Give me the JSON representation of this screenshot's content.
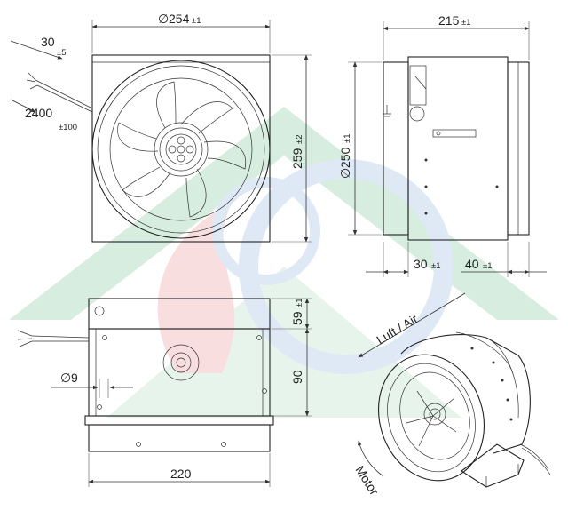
{
  "front_view": {
    "diameter_symbol": "∅",
    "width_value": "254",
    "width_tol": "±1",
    "height_value": "259",
    "height_tol": "±2",
    "cable_stub_value": "30",
    "cable_stub_tol": "±5",
    "cable_length_value": "2400",
    "cable_length_tol": "±100"
  },
  "side_view": {
    "length_value": "215",
    "length_tol": "±1",
    "diameter_symbol": "∅",
    "diameter_value": "250",
    "diameter_tol": "±1",
    "left_collar_value": "30",
    "left_collar_tol": "±1",
    "right_collar_value": "40",
    "right_collar_tol": "±1"
  },
  "bottom_view": {
    "top_offset_value": "59",
    "top_offset_tol": "±1",
    "height_value": "90",
    "hole_symbol": "∅",
    "hole_value": "9",
    "width_value": "220"
  },
  "iso_view": {
    "airflow_label": "Luft / Air",
    "motor_label": "Motor"
  },
  "colors": {
    "line": "#222222",
    "watermark_green": "#6fbf8f",
    "watermark_red": "#e88a8a",
    "watermark_blue": "#8fb4dd"
  }
}
